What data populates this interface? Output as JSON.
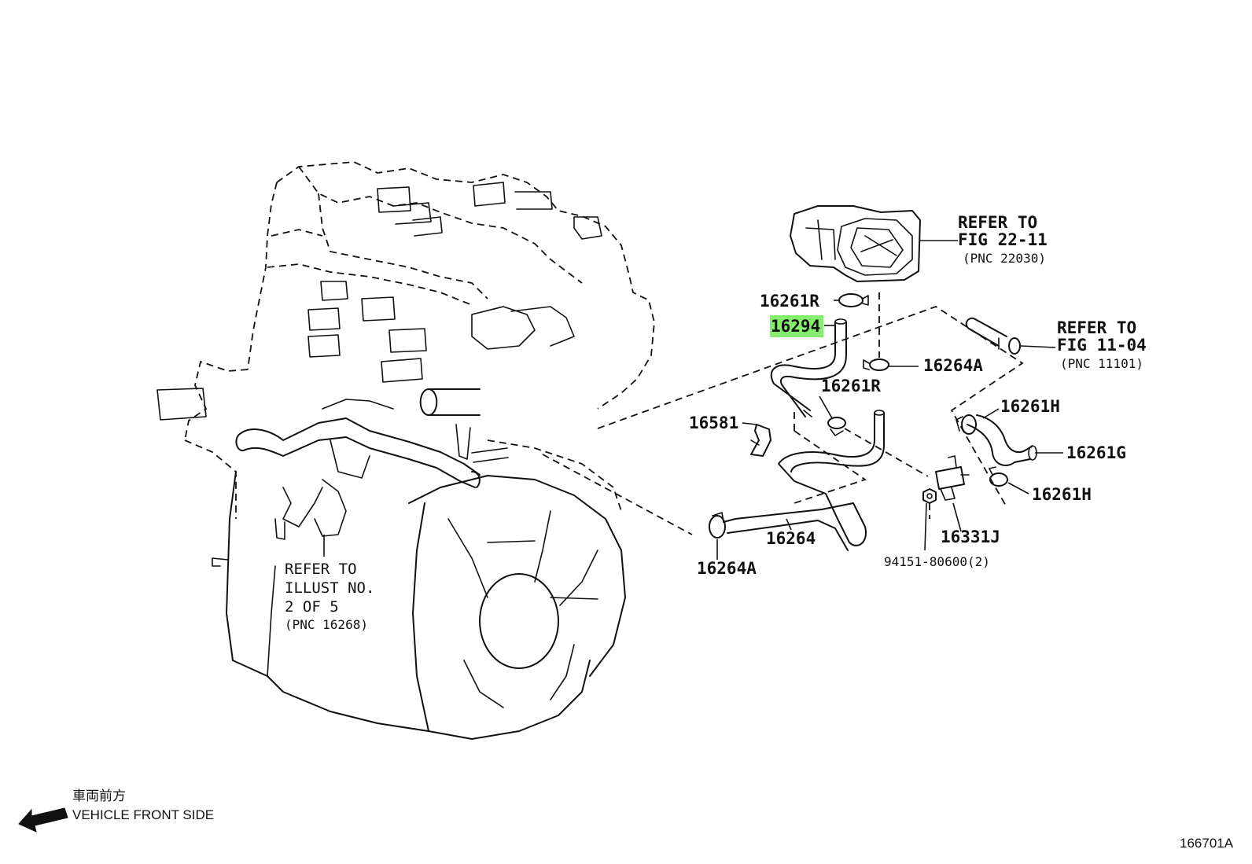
{
  "parts": {
    "p16261R_top": "16261R",
    "p16294": "16294",
    "p16264A_right": "16264A",
    "p16261R_mid": "16261R",
    "p16581": "16581",
    "p16261H_top": "16261H",
    "p16261G": "16261G",
    "p16261H_bottom": "16261H",
    "p16264": "16264",
    "p16264A_bottom": "16264A",
    "p16331J": "16331J",
    "p94151": "94151-80600(2)"
  },
  "refs": {
    "throttle": {
      "line1": "REFER TO",
      "line2": "FIG 22-11",
      "line3": "(PNC 22030)"
    },
    "pipe": {
      "line1": "REFER TO",
      "line2": "FIG 11-04",
      "line3": "(PNC 11101)"
    },
    "illust": {
      "line1": "REFER TO",
      "line2": "ILLUST NO.",
      "line3": "2 OF 5",
      "line4": "(PNC 16268)"
    }
  },
  "orientation": {
    "japanese": "車両前方",
    "english": "VEHICLE FRONT SIDE"
  },
  "figure_id": "166701A",
  "colors": {
    "highlight": "#86ee6e",
    "ink": "#111111"
  }
}
